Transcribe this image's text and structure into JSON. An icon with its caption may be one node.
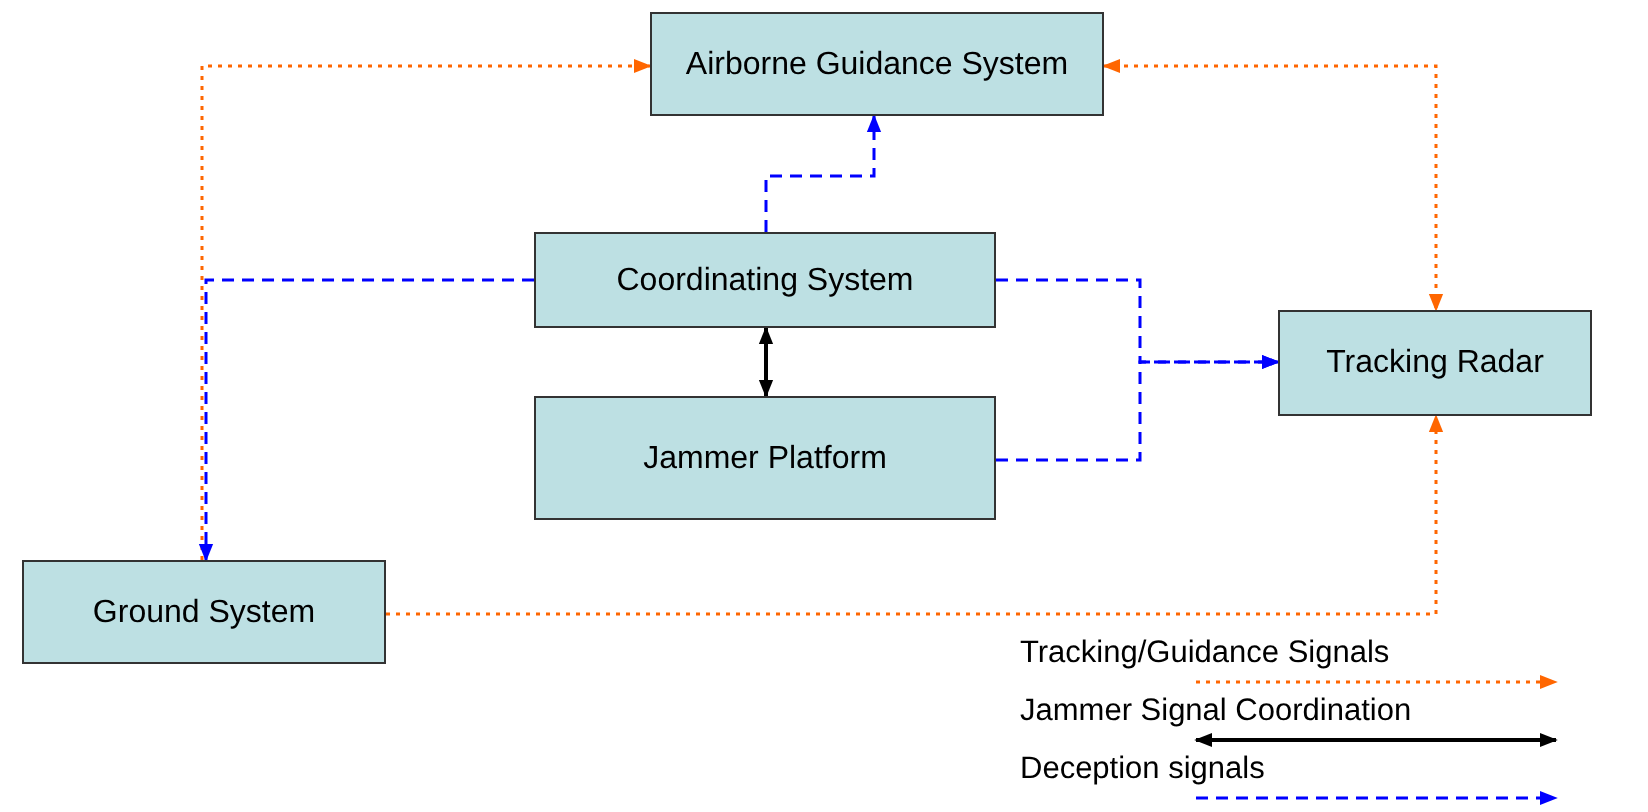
{
  "diagram": {
    "nodes": [
      {
        "text": [
          "Airborne Guidance System"
        ]
      },
      {
        "text": [
          "Coordinating System"
        ]
      },
      {
        "text": [
          "Tracking Radar"
        ]
      },
      {
        "text": [
          "Jammer Platform"
        ]
      },
      {
        "text": [
          "Ground System"
        ]
      }
    ],
    "edges": [
      {
        "from": 4,
        "to": 0,
        "arrow": "to",
        "style": "dashed",
        "color": "#ff6600"
      },
      {
        "from": 0,
        "to": 2,
        "arrow": "both",
        "style": "dashed",
        "color": "#ff6600"
      },
      {
        "from": 4,
        "to": 2,
        "arrow": "to",
        "style": "dashed",
        "color": "#ff6600"
      },
      {
        "from": 1,
        "to": 0,
        "arrow": "to",
        "style": "dashed"
      },
      {
        "from": 1,
        "to": 4,
        "arrow": "to",
        "style": "dashed"
      },
      {
        "from": 1,
        "to": 2,
        "arrow": "to",
        "style": "dashed"
      },
      {
        "from": 3,
        "to": 2,
        "arrow": "to",
        "style": "dashed"
      },
      {
        "from": 1,
        "to": 3,
        "arrow": "both",
        "color": "#000000"
      }
    ],
    "legend": [
      {
        "text": "Tracking/Guidance Signals"
      },
      {
        "text": "Jammer Signal Coordination"
      },
      {
        "text": "Deception signals"
      }
    ]
  }
}
